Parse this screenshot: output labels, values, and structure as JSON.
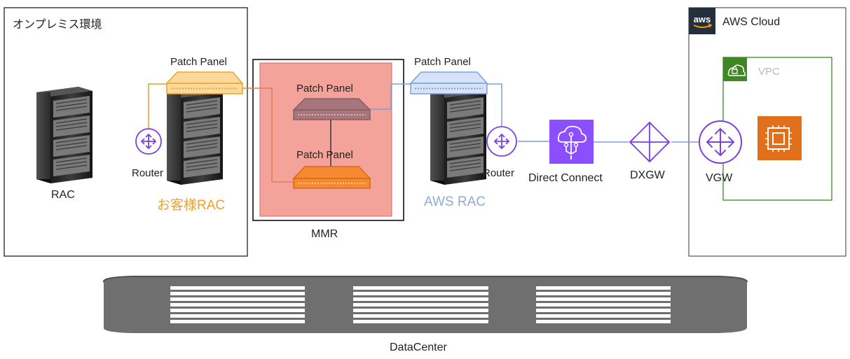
{
  "onprem": {
    "title": "オンプレミス環境",
    "rac_label": "RAC",
    "router_label": "Router",
    "customer_rac_label": "お客様RAC",
    "patch_panel_label": "Patch Panel"
  },
  "mmr": {
    "label": "MMR",
    "patch_panel_top_label": "Patch Panel",
    "patch_panel_bottom_label": "Patch Panel"
  },
  "aws_rack": {
    "patch_panel_label": "Patch Panel",
    "router_label": "Router",
    "rac_label": "AWS RAC"
  },
  "direct_connect": {
    "label": "Direct Connect"
  },
  "dxgw": {
    "label": "DXGW"
  },
  "aws_cloud": {
    "logo_text": "aws",
    "title": "AWS Cloud",
    "vpc_label": "VPC",
    "vgw_label": "VGW"
  },
  "datacenter": {
    "label": "DataCenter"
  },
  "colors": {
    "customer_orange": "#f0a030",
    "mmr_red": "#f4a39b",
    "aws_blue": "#7d9fd8",
    "aws_purple": "#7b3fe4",
    "vpc_green": "#3f8624",
    "ec2_orange": "#e2701a"
  },
  "icons": [
    "server-rack-icon",
    "router-icon",
    "patch-panel-icon",
    "direct-connect-icon",
    "dxgw-icon",
    "vgw-icon",
    "ec2-icon",
    "aws-logo-icon",
    "vpc-lock-icon",
    "datacenter-icon"
  ]
}
